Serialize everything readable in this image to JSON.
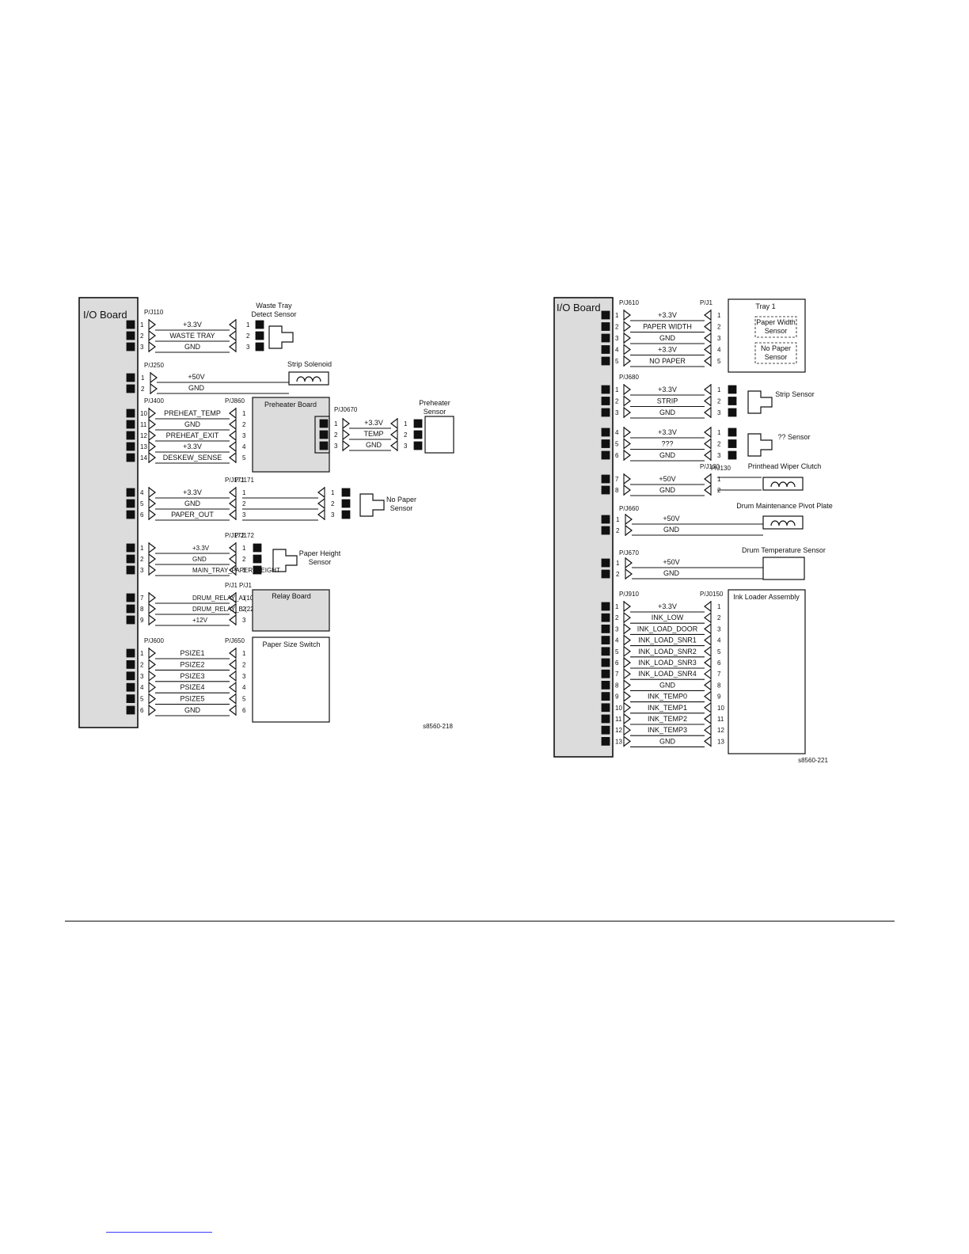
{
  "diagram_left": {
    "board_title": "I/O Board",
    "figure_id": "s8560-218",
    "groups": {
      "j110": {
        "conn": "P/J110",
        "pins": [
          "1",
          "2",
          "3"
        ],
        "signals": [
          "+3.3V",
          "WASTE TRAY",
          "GND"
        ],
        "device": "Waste Tray\nDetect Sensor",
        "dev_pins": [
          "1",
          "2",
          "3"
        ]
      },
      "j250": {
        "conn": "P/J250",
        "pins": [
          "1",
          "2"
        ],
        "signals": [
          "+50V",
          "GND"
        ],
        "device": "Strip Solenoid"
      },
      "j400": {
        "conn": "P/J400",
        "pins": [
          "10",
          "11",
          "12",
          "13",
          "14"
        ],
        "signals": [
          "PREHEAT_TEMP",
          "GND",
          "PREHEAT_EXIT",
          "+3.3V",
          "DESKEW_SENSE"
        ],
        "conn2": "P/J860",
        "pins2": [
          "1",
          "2",
          "3",
          "4",
          "5"
        ],
        "device": "Preheater Board"
      },
      "j0670": {
        "conn": "P/J0670",
        "pins": [
          "1",
          "2",
          "3"
        ],
        "signals": [
          "+3.3V",
          "TEMP",
          "GND"
        ],
        "device": "Preheater\nSensor",
        "dev_pins": [
          "1",
          "2",
          "3"
        ]
      },
      "j171": {
        "pins": [
          "4",
          "5",
          "6"
        ],
        "signals": [
          "+3.3V",
          "GND",
          "PAPER_OUT"
        ],
        "conn2": "P/J171",
        "pins2": [
          "1",
          "2",
          "3"
        ],
        "pins3": [
          "1",
          "2",
          "3"
        ],
        "device": "No Paper\nSensor"
      },
      "j172": {
        "pins": [
          "1",
          "2",
          "3"
        ],
        "signals": [
          "+3.3V",
          "GND",
          "MAIN_TRAY_PAPER_HEIGHT"
        ],
        "conn2": "P/J172",
        "pins2": [
          "1",
          "2",
          "3"
        ],
        "device": "Paper Height\nSensor"
      },
      "relay": {
        "pins": [
          "7",
          "8",
          "9"
        ],
        "signals": [
          "DRUM_RELAY_A (100V)",
          "DRUM_RELAY_B (220V)",
          "+12V"
        ],
        "conn2": "P/J1",
        "pins2": [
          "1",
          "2",
          "3"
        ],
        "device": "Relay Board"
      },
      "j600": {
        "conn": "P/J600",
        "pins": [
          "1",
          "2",
          "3",
          "4",
          "5",
          "6"
        ],
        "signals": [
          "PSIZE1",
          "PSIZE2",
          "PSIZE3",
          "PSIZE4",
          "PSIZE5",
          "GND"
        ],
        "conn2": "P/J650",
        "pins2": [
          "1",
          "2",
          "3",
          "4",
          "5",
          "6"
        ],
        "device": "Paper Size Switch"
      }
    }
  },
  "diagram_right": {
    "board_title": "I/O Board",
    "figure_id": "s8560-221",
    "groups": {
      "j610": {
        "conn": "P/J610",
        "pins": [
          "1",
          "2",
          "3",
          "4",
          "5"
        ],
        "signals": [
          "+3.3V",
          "PAPER WIDTH",
          "GND",
          "+3.3V",
          "NO PAPER"
        ],
        "conn2": "P/J1",
        "pins2": [
          "1",
          "2",
          "3",
          "4",
          "5"
        ],
        "device": "Tray 1",
        "sub1": "Paper Width\nSensor",
        "sub2": "No Paper\nSensor"
      },
      "j680a": {
        "conn": "P/J680",
        "pins": [
          "1",
          "2",
          "3"
        ],
        "signals": [
          "+3.3V",
          "STRIP",
          "GND"
        ],
        "pins2": [
          "1",
          "2",
          "3"
        ],
        "device": "Strip Sensor"
      },
      "j680b": {
        "pins": [
          "4",
          "5",
          "6"
        ],
        "signals": [
          "+3.3V",
          "???",
          "GND"
        ],
        "pins2": [
          "1",
          "2",
          "3"
        ],
        "device": "?? Sensor"
      },
      "j130": {
        "pins": [
          "7",
          "8"
        ],
        "signals": [
          "+50V",
          "GND"
        ],
        "conn2": "P/J130",
        "pins2": [
          "1",
          "2"
        ],
        "device": "Printhead Wiper Clutch"
      },
      "j660": {
        "conn": "P/J660",
        "pins": [
          "1",
          "2"
        ],
        "signals": [
          "+50V",
          "GND"
        ],
        "device": "Drum Maintenance Pivot Plate"
      },
      "j670": {
        "conn": "P/J670",
        "pins": [
          "1",
          "2"
        ],
        "signals": [
          "+50V",
          "GND"
        ],
        "device": "Drum Temperature Sensor"
      },
      "j910": {
        "conn": "P/J910",
        "pins": [
          "1",
          "2",
          "3",
          "4",
          "5",
          "6",
          "7",
          "8",
          "9",
          "10",
          "11",
          "12",
          "13"
        ],
        "signals": [
          "+3.3V",
          "INK_LOW",
          "INK_LOAD_DOOR",
          "INK_LOAD_SNR1",
          "INK_LOAD_SNR2",
          "INK_LOAD_SNR3",
          "INK_LOAD_SNR4",
          "GND",
          "INK_TEMP0",
          "INK_TEMP1",
          "INK_TEMP2",
          "INK_TEMP3",
          "GND"
        ],
        "conn2": "P/J0150",
        "pins2": [
          "1",
          "2",
          "3",
          "4",
          "5",
          "6",
          "7",
          "8",
          "9",
          "10",
          "11",
          "12",
          "13"
        ],
        "device": "Ink Loader Assembly"
      }
    }
  }
}
